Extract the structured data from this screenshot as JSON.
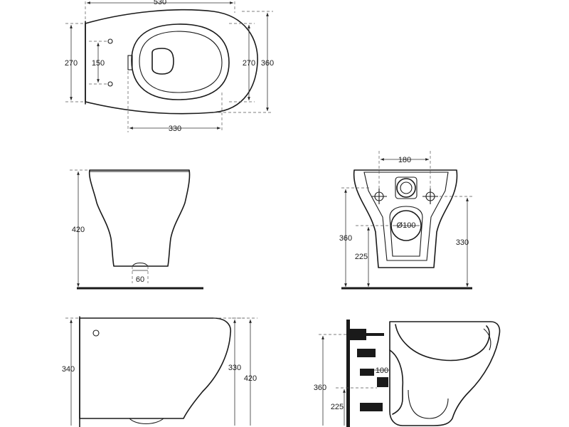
{
  "top_view": {
    "dim_width": "530",
    "dim_bolt_span": "150",
    "dim_left_height": "270",
    "dim_right_inner_height": "270",
    "dim_total_height": "360",
    "dim_bottom_length": "330"
  },
  "front_view": {
    "dim_height": "420",
    "dim_base": "60"
  },
  "rear_view": {
    "dim_top_span": "180",
    "dim_pipe_diameter": "Ø100",
    "dim_left_total": "360",
    "dim_left_low": "225",
    "dim_right": "330"
  },
  "side_view": {
    "dim_left": "340",
    "dim_right_inner": "330",
    "dim_right_total": "420"
  },
  "section_view": {
    "dim_pipe": "100",
    "dim_total": "360",
    "dim_low": "225"
  },
  "colors": {
    "line": "#1a1a1a",
    "background": "#ffffff"
  }
}
